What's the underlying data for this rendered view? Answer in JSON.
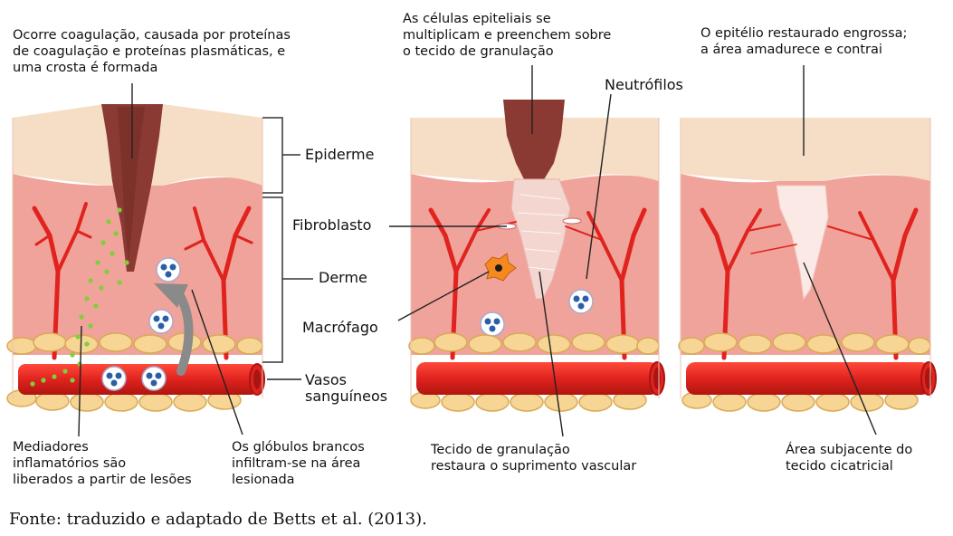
{
  "labels": {
    "panel1_top": "Ocorre coagulação, causada por proteínas\nde coagulação e proteínas plasmáticas, e\numa crosta é formada",
    "panel2_top": "As células epiteliais se\nmultiplicam e preenchem sobre\no tecido de granulação",
    "panel3_top": "O epitélio restaurado engrossa;\na área amadurece e contrai",
    "neutrofilos": "Neutrófilos",
    "epiderme": "Epiderme",
    "fibroblasto": "Fibroblasto",
    "derme": "Derme",
    "macrofago": "Macrófago",
    "vasos": "Vasos\nsanguíneos",
    "mediadores": "Mediadores\ninflamatórios são\nliberados a partir de lesões",
    "globulos": "Os glóbulos brancos\ninfiltram-se na área\nlesionada",
    "tecido_granulacao": "Tecido de granulação\nrestaura o suprimento vascular",
    "area_subjacente": "Área subjacente do\ntecido cicatricial"
  },
  "source": "Fonte: traduzido e adaptado de Betts et al. (2013).",
  "colors": {
    "epidermis": "#f6ddc6",
    "dermis": "#f0a39a",
    "dermis_light": "#f5b5aa",
    "vessel": "#e0231f",
    "vessel_dark": "#a81512",
    "fat": "#f6d595",
    "fat_stroke": "#d9a955",
    "scab": "#8a3a33",
    "granulation": "#f4d6d0",
    "scar": "#fbe9e6",
    "mediator": "#7fcf3a",
    "cell": "#2a5fa8",
    "macrophage": "#f48a1f"
  }
}
